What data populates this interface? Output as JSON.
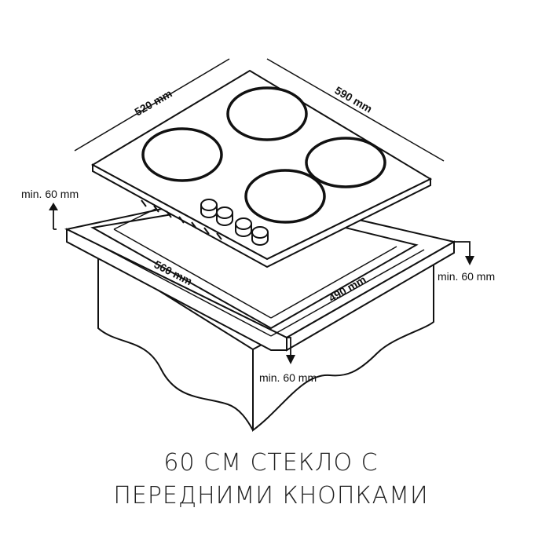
{
  "dimensions": {
    "hob_depth": "520 mm",
    "hob_width": "590 mm",
    "cutout_width": "560 mm",
    "cutout_depth": "490 mm",
    "clearance_back": "min. 60 mm",
    "clearance_side": "min. 60 mm",
    "clearance_front": "min. 60 mm"
  },
  "caption": {
    "line1": "60 СМ СТЕКЛО С",
    "line2": "ПЕРЕДНИМИ КНОПКАМИ"
  },
  "colors": {
    "stroke": "#111111",
    "background": "#ffffff"
  }
}
